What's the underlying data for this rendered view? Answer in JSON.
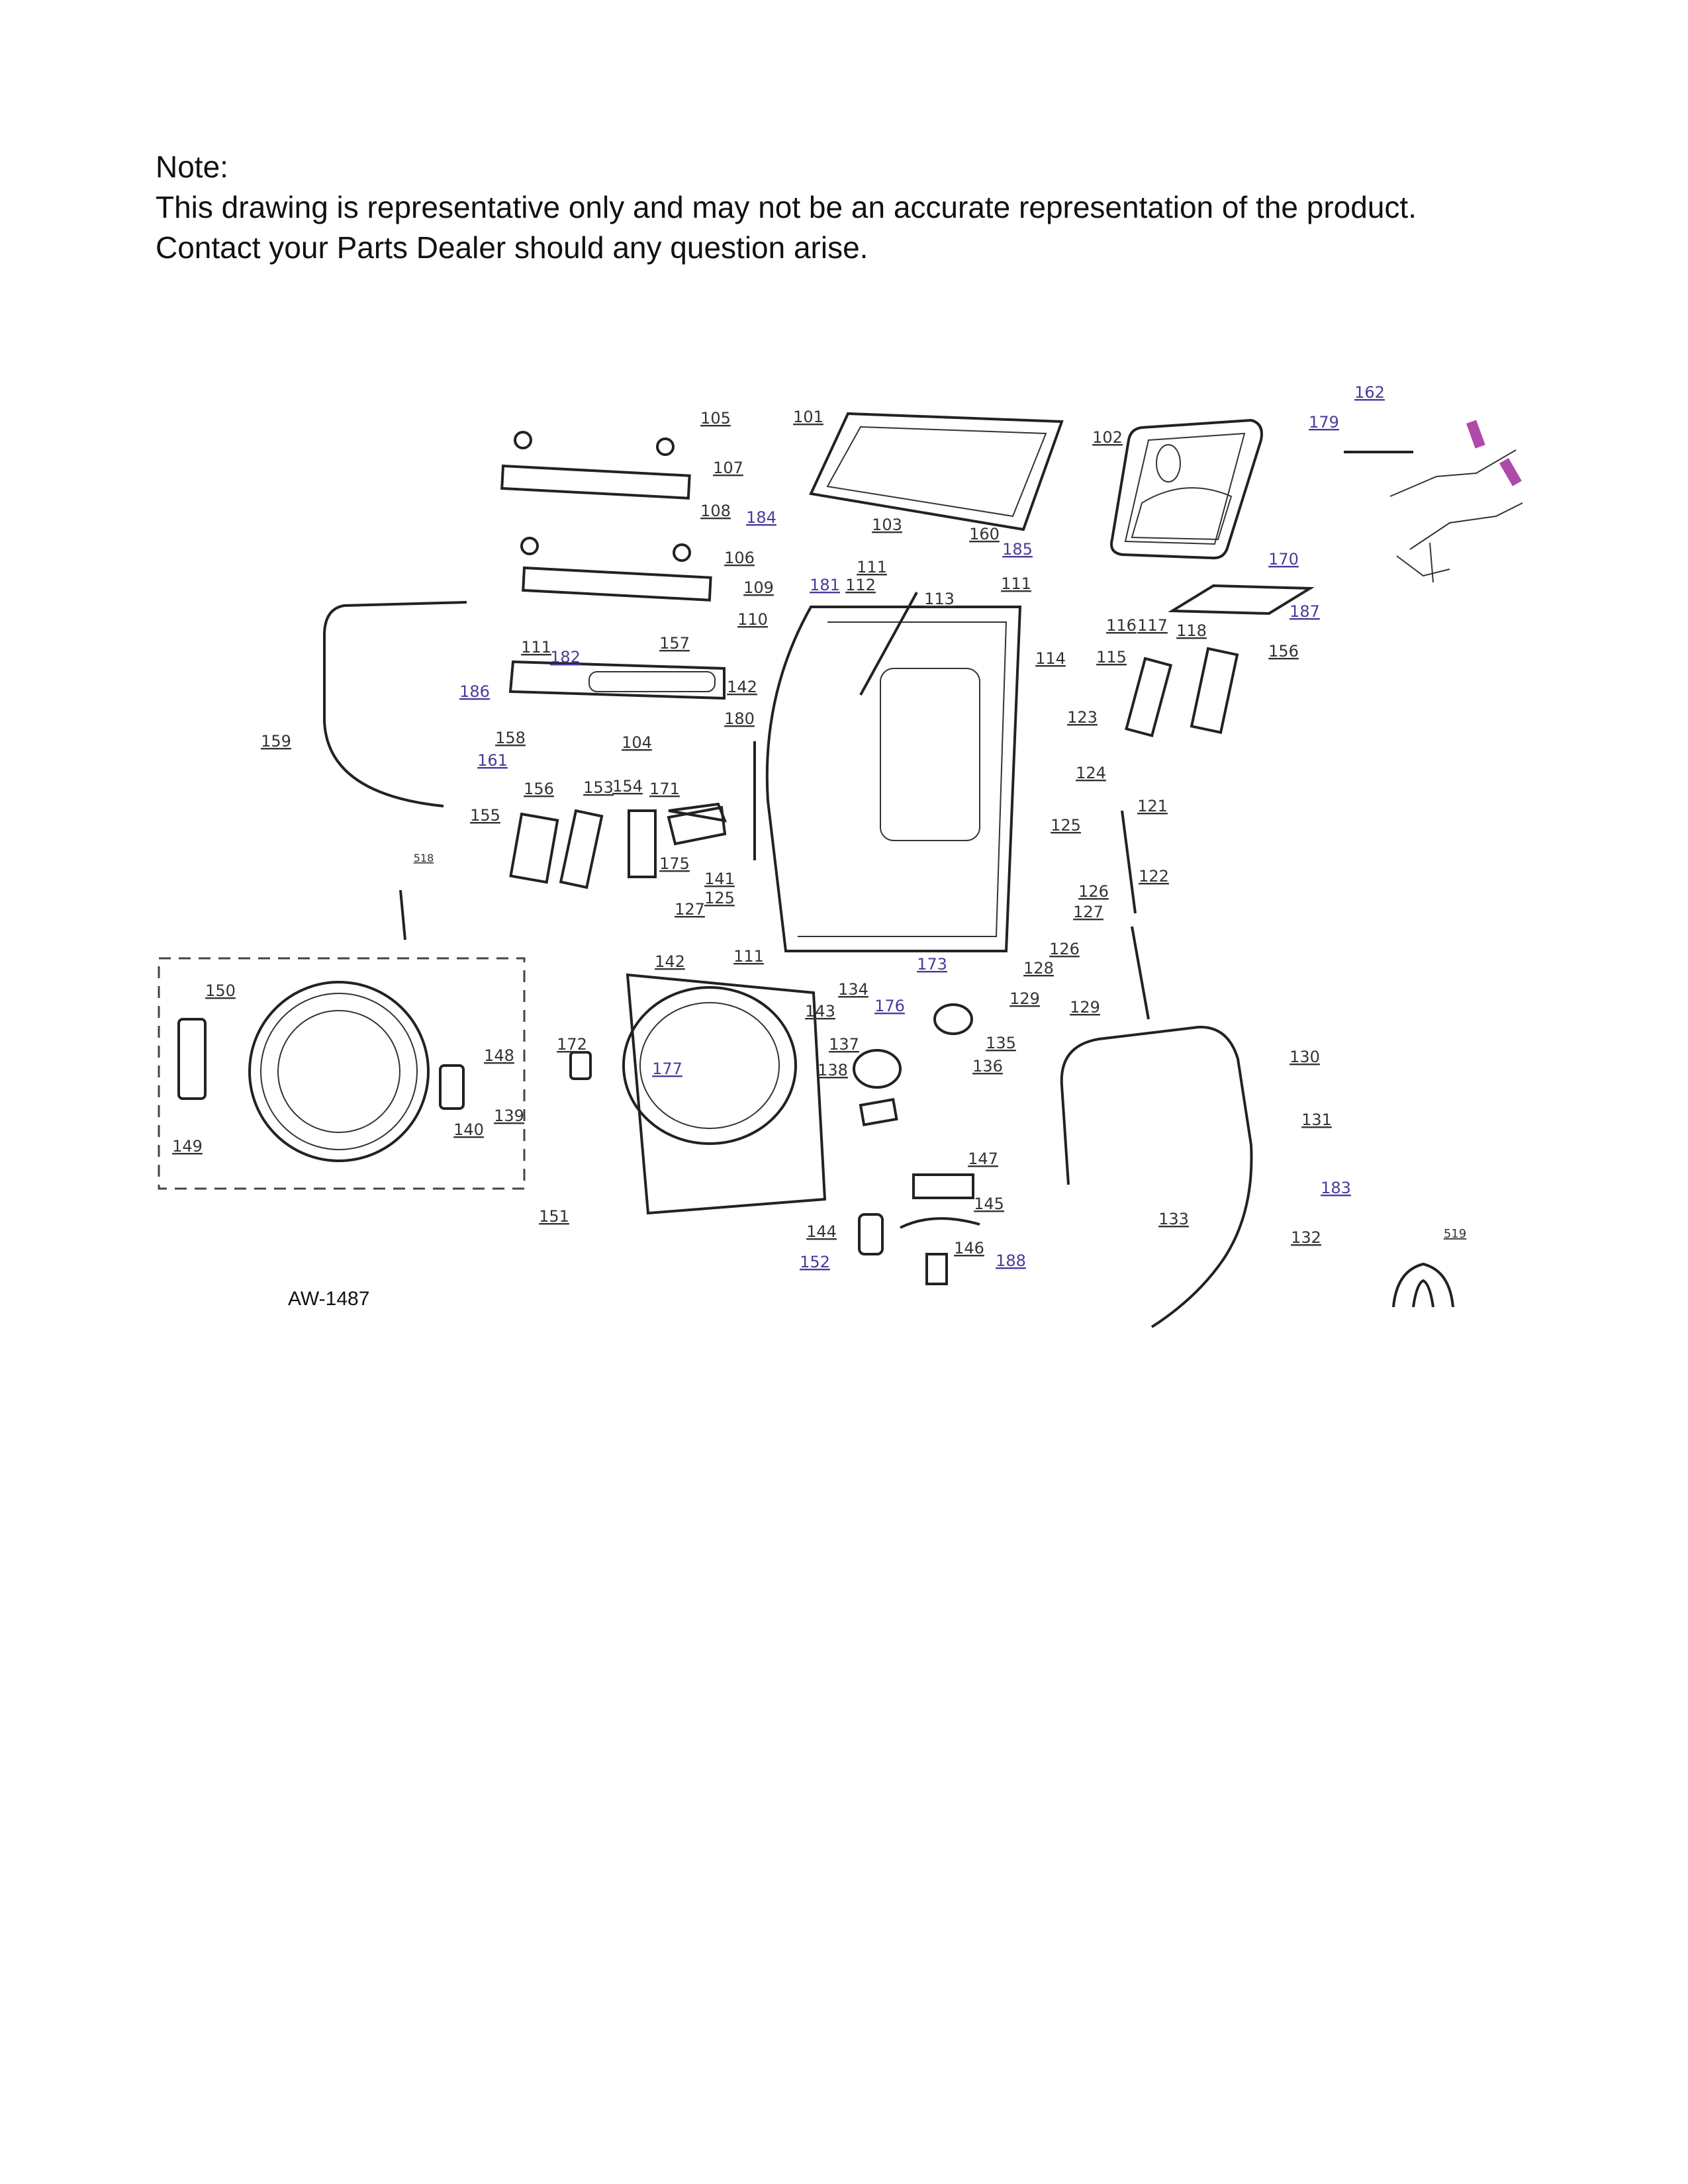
{
  "note": {
    "heading": "Note:",
    "line1": "This drawing is representative only and may not be an accurate representation of the product.",
    "line2": "Contact your Parts Dealer should any question arise."
  },
  "diagram": {
    "code": "AW-1487",
    "accent_label_color": "#4b3a9a",
    "connector_color": "#b04aa8",
    "labels": [
      "105",
      "101",
      "102",
      "162",
      "179",
      "107",
      "108",
      "184",
      "103",
      "160",
      "185",
      "106",
      "170",
      "111",
      "181",
      "112",
      "109",
      "111",
      "113",
      "187",
      "110",
      "116",
      "117",
      "118",
      "157",
      "111",
      "182",
      "156",
      "115",
      "114",
      "186",
      "142",
      "180",
      "123",
      "159",
      "158",
      "104",
      "161",
      "124",
      "156",
      "153",
      "154",
      "171",
      "121",
      "155",
      "125",
      "518",
      "175",
      "122",
      "141",
      "125",
      "126",
      "127",
      "127",
      "126",
      "142",
      "111",
      "173",
      "128",
      "150",
      "134",
      "129",
      "129",
      "176",
      "143",
      "172",
      "137",
      "135",
      "148",
      "130",
      "177",
      "136",
      "138",
      "139",
      "131",
      "140",
      "149",
      "147",
      "183",
      "145",
      "151",
      "133",
      "144",
      "132",
      "519",
      "146",
      "152",
      "188"
    ]
  }
}
